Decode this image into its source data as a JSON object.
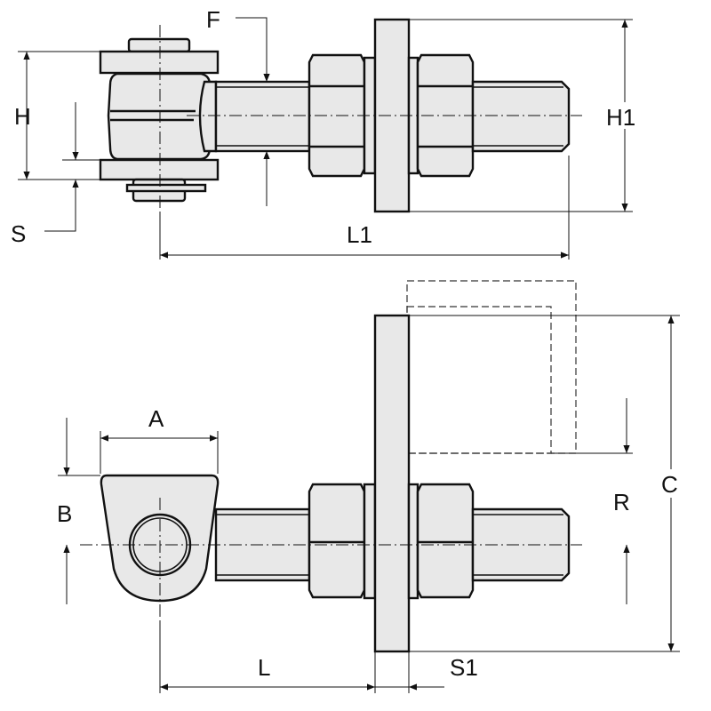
{
  "labels": {
    "F": "F",
    "H": "H",
    "S": "S",
    "H1": "H1",
    "L1": "L1",
    "A": "A",
    "B": "B",
    "R": "R",
    "C": "C",
    "L": "L",
    "S1": "S1"
  },
  "colors": {
    "part_fill": "#e8e8e8",
    "line": "#111111"
  }
}
